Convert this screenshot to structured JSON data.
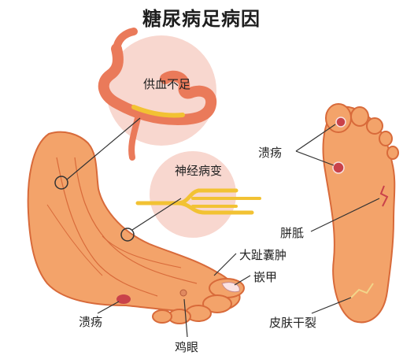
{
  "title": "糖尿病足病因",
  "labels": {
    "blood_supply": "供血不足",
    "neuropathy": "神经病变",
    "ulcer_right": "溃疡",
    "callus": "胼胝",
    "bunion": "大趾囊肿",
    "ingrown_nail": "嵌甲",
    "cracked_skin": "皮肤干裂",
    "ulcer_left": "溃疡",
    "corn": "鸡眼"
  },
  "colors": {
    "skin": "#f3a36a",
    "skin_dark": "#d86a3a",
    "vessel": "#ea7a5a",
    "callout_bg": "#f8d7cf",
    "nerve": "#f2c233",
    "wound": "#c9424a"
  }
}
